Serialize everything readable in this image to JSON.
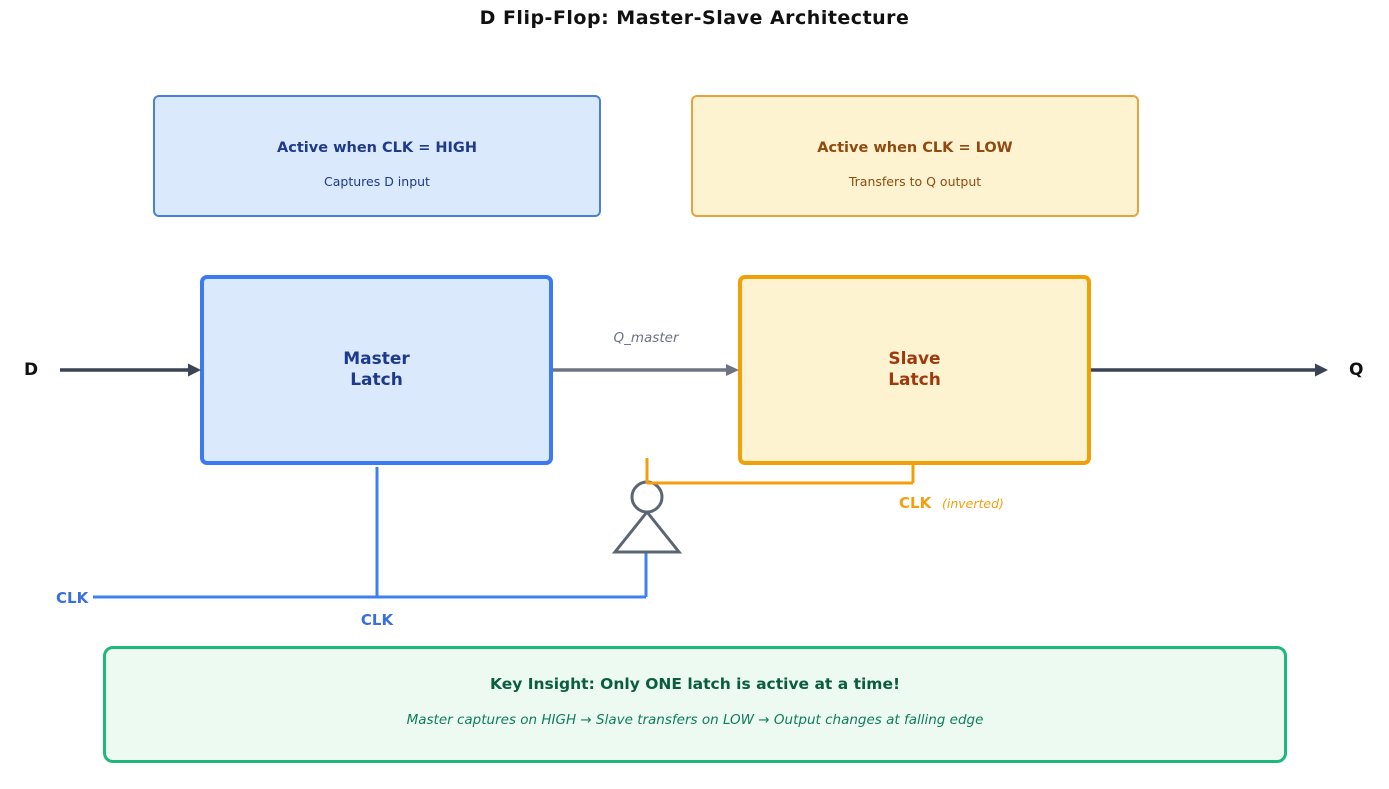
{
  "title": "D Flip-Flop: Master-Slave Architecture",
  "info_boxes": {
    "master": {
      "title": "Active when CLK = HIGH",
      "subtitle": "Captures D input"
    },
    "slave": {
      "title": "Active when CLK = LOW",
      "subtitle": "Transfers to Q output"
    }
  },
  "blocks": {
    "master": {
      "line1": "Master",
      "line2": "Latch"
    },
    "slave": {
      "line1": "Slave",
      "line2": "Latch"
    }
  },
  "signals": {
    "d_label": "D",
    "q_label": "Q",
    "q_master_label": "Q_master",
    "clk_left_label": "CLK",
    "clk_master_label": "CLK",
    "clk_inverted_label": "CLK",
    "clk_inverted_note": "(inverted)"
  },
  "key_insight": {
    "title": "Key Insight: Only ONE latch is active at a time!",
    "subtitle": "Master captures on HIGH → Slave transfers on LOW → Output changes at falling edge"
  },
  "colors": {
    "title_text": "#111111",
    "blue_info_border": "#4a80dd",
    "blue_border": "#3b7af0",
    "blue_fill": "#dbe9fc",
    "navy_text": "#1e3a8a",
    "orange_info_border": "#e8a33c",
    "orange_border": "#f0a108",
    "yellow_fill": "#fdf3d1",
    "brown_text": "#8f4a10",
    "slave_text": "#9c3a0e",
    "dark_arrow": "#3a4454",
    "gray_wire": "#6e7480",
    "gray_label": "#6b7280",
    "blue_wire": "#3f80f0",
    "blue_label": "#3a70dd",
    "orange_wire": "#f59e0b",
    "inverter_gray": "#5c6573",
    "green_border": "#1eb87a",
    "green_fill": "#edfaf2",
    "green_title": "#0b5d40",
    "green_sub": "#0f7d5c"
  }
}
